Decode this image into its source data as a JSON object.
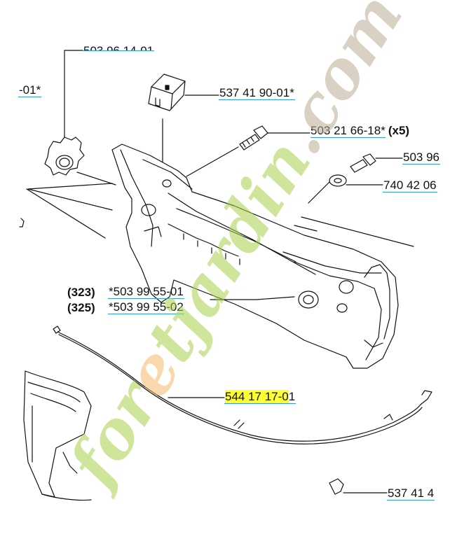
{
  "labels": {
    "top_clipped": "503 96 14-01",
    "left_clipped": "-01*",
    "switch": "537 41 90-01*",
    "screw": "503 21 66-18*",
    "screw_qty": "(x5)",
    "screw2_clipped": "503 96",
    "washer_clipped": "740 42 06",
    "ref_323": "(323)",
    "handle_323": "*503 99 55-01",
    "ref_325": "(325)",
    "handle_325": "*503 99 55-02",
    "cable_highlight": "544 17 17-0",
    "cable_suffix": "1",
    "bottom_clipped": "537 41 4"
  },
  "watermark": {
    "text": "foretjardin.com",
    "colors": [
      "#a8cf4a",
      "#f4b86a",
      "#b9ab93"
    ]
  }
}
